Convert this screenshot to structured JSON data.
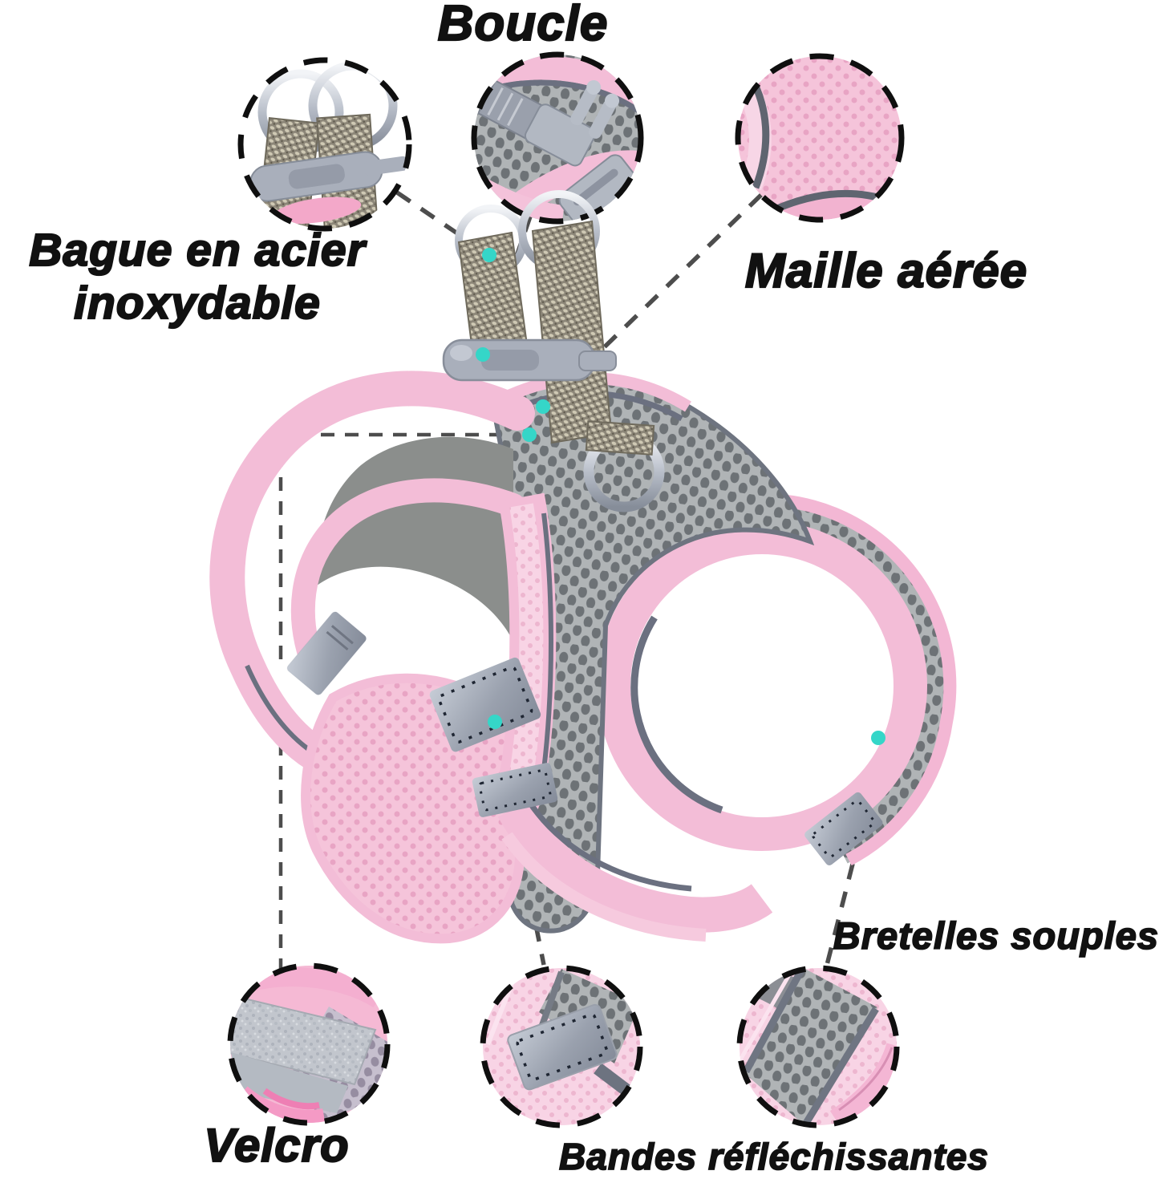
{
  "image_type": "annotated product infographic",
  "product_subject": "pet harness (pink and grey mesh)",
  "labels": {
    "boucle": "Boucle",
    "bague_line1": "Bague en acier",
    "bague_line2": "inoxydable",
    "maille": "Maille aérée",
    "bretelles": "Bretelles souples",
    "velcro": "Velcro",
    "bandes": "Bandes réfléchissantes"
  },
  "callouts": [
    {
      "name": "stainless-steel-rings-closeup",
      "links_to_label": "bague_line1"
    },
    {
      "name": "buckle-closeup",
      "links_to_label": "boucle"
    },
    {
      "name": "breathable-mesh-closeup",
      "links_to_label": "maille"
    },
    {
      "name": "velcro-closeup",
      "links_to_label": "velcro"
    },
    {
      "name": "reflective-band-closeup",
      "links_to_label": "bandes"
    },
    {
      "name": "soft-strap-closeup",
      "links_to_label": "bretelles"
    }
  ],
  "colors": {
    "background": "#ffffff",
    "text": "#111111",
    "pink_trim": "#f3bdd7",
    "pink_mesh": "#f5c4da",
    "gray_mesh": "#b0b4b6",
    "gray_mesh_hole": "#6d7276",
    "dark_piping": "#6b7080",
    "webbing": "#8c8678",
    "reflective_tab": "#9aa1ae",
    "chrome": "#c9ced8",
    "marker_dot_teal": "#35d6c8",
    "dashed_line": "#4d4d4d",
    "circle_border": "#0f0f0f"
  }
}
